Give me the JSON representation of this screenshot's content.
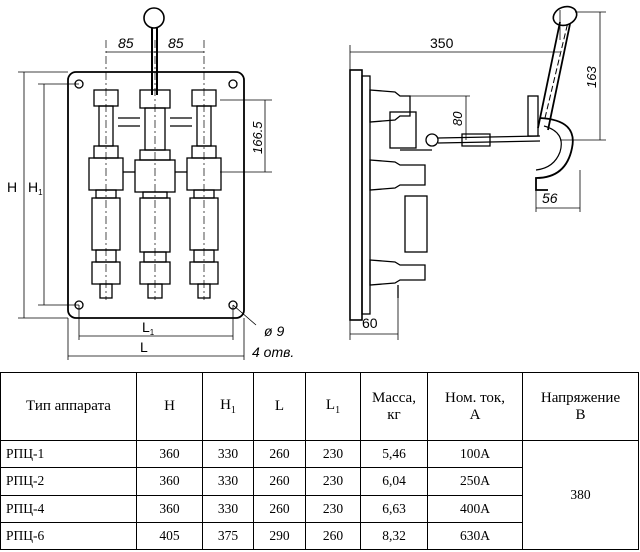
{
  "drawing": {
    "front_view": {
      "dim_85_left": "85",
      "dim_85_right": "85",
      "dim_166_5": "166.5",
      "label_H": "H",
      "label_H1": "H",
      "label_H1_sub": "1",
      "label_L1": "L",
      "label_L1_sub": "1",
      "label_L": "L",
      "hole_diameter": "ø 9",
      "hole_count": "4 отв."
    },
    "side_view": {
      "dim_350": "350",
      "dim_163": "163",
      "dim_80": "80",
      "dim_56": "56",
      "dim_60": "60"
    }
  },
  "table": {
    "headers": {
      "type": "Тип аппарата",
      "H": "H",
      "H1": "H",
      "H1_sub": "1",
      "L": "L",
      "L1": "L",
      "L1_sub": "1",
      "mass_line1": "Масса,",
      "mass_line2": "кг",
      "current_line1": "Ном. ток,",
      "current_line2": "A",
      "voltage_line1": "Напряжение",
      "voltage_line2": "B"
    },
    "rows": [
      {
        "type": "РПЦ-1",
        "H": "360",
        "H1": "330",
        "L": "260",
        "L1": "230",
        "mass": "5,46",
        "current": "100A"
      },
      {
        "type": "РПЦ-2",
        "H": "360",
        "H1": "330",
        "L": "260",
        "L1": "230",
        "mass": "6,04",
        "current": "250A"
      },
      {
        "type": "РПЦ-4",
        "H": "360",
        "H1": "330",
        "L": "260",
        "L1": "230",
        "mass": "6,63",
        "current": "400A"
      },
      {
        "type": "РПЦ-6",
        "H": "405",
        "H1": "375",
        "L": "290",
        "L1": "260",
        "mass": "8,32",
        "current": "630A"
      }
    ],
    "voltage": "380"
  }
}
